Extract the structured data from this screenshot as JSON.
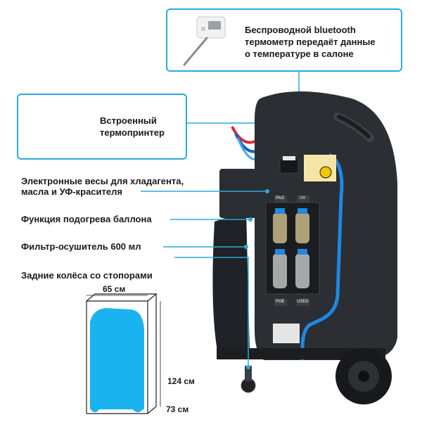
{
  "callouts": {
    "thermometer": {
      "line1": "Беспроводной bluetooth",
      "line2": "термометр передаёт данные",
      "line3": "о температуре в салоне"
    },
    "printer": {
      "line1": "Встроенный",
      "line2": "термопринтер"
    }
  },
  "features": {
    "scales_line1": "Электронные весы для хладагента,",
    "scales_line2": "масла и УФ-красителя",
    "heating": "Функция подогрева баллона",
    "filter": "Фильтр-осушитель 600 мл",
    "wheels": "Задние колёса со стопорами"
  },
  "dimensions": {
    "width": "65 см",
    "height": "124 см",
    "depth": "73 см"
  },
  "machine_labels": {
    "pag": "PAG",
    "uv": "UV",
    "poe": "POE",
    "used": "USED"
  },
  "colors": {
    "accent": "#29abe2",
    "body": "#2b2e33",
    "blue_stripe": "#1e88e5",
    "silhouette": "#1ab3f0"
  }
}
